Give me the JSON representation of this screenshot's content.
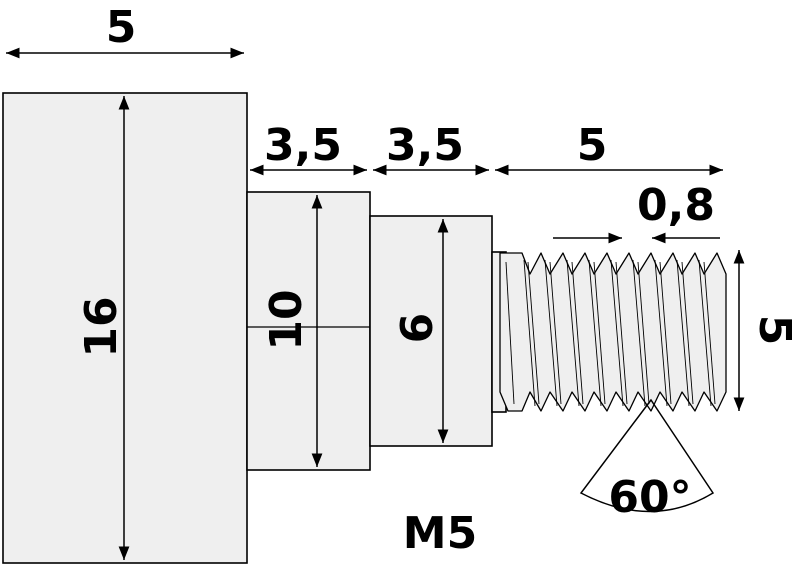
{
  "dimensions": {
    "head_length": "5",
    "collar_length": "3,5",
    "shoulder_length": "3,5",
    "thread_length": "5",
    "pitch": "0,8",
    "head_diameter": "16",
    "collar_diameter": "10",
    "shoulder_diameter": "6",
    "thread_diameter": "5",
    "thread_angle": "60°"
  },
  "thread_designation": "M5",
  "colors": {
    "part_fill": "#efefef",
    "lines": "#000000"
  }
}
